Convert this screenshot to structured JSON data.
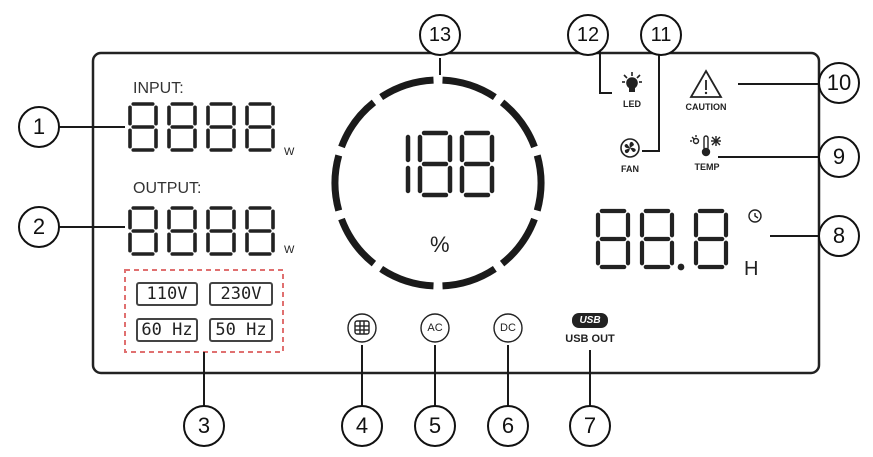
{
  "panel": {
    "input_label": "INPUT:",
    "input_digits": "8888",
    "input_unit": "W",
    "output_label": "OUTPUT:",
    "output_digits": "8888",
    "output_unit": "W",
    "tags": [
      "110V",
      "230V",
      "60 Hz",
      "50 Hz"
    ],
    "battery_digits": "188",
    "battery_unit": "%",
    "timer_digits": "88.8",
    "timer_unit": "H"
  },
  "indicators": {
    "led": "LED",
    "fan": "FAN",
    "caution": "CAUTION",
    "temp": "TEMP",
    "ac": "AC",
    "dc": "DC",
    "usb_badge": "USB",
    "usb_out": "USB OUT"
  },
  "callouts": [
    "1",
    "2",
    "3",
    "4",
    "5",
    "6",
    "7",
    "8",
    "9",
    "10",
    "11",
    "12",
    "13"
  ],
  "colors": {
    "line": "#1a1a1a",
    "segment": "#222222",
    "tag_border": "#e07070"
  }
}
